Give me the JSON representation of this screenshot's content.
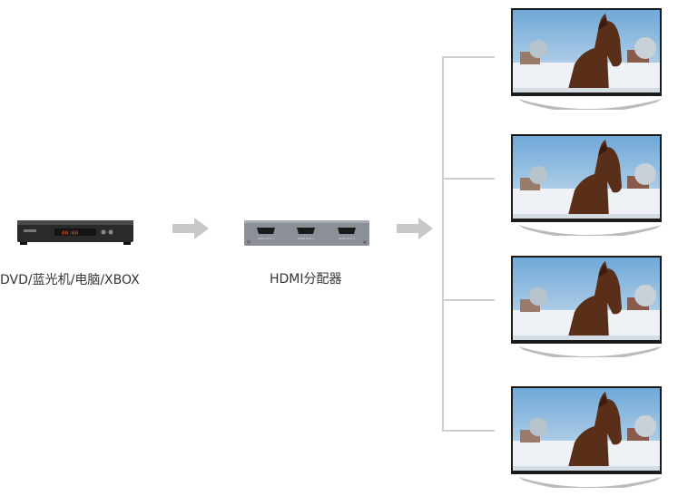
{
  "diagram": {
    "source_label": "DVD/蓝光机/电脑/XBOX",
    "splitter_label": "HDMI分配器",
    "splitter_ports": [
      "HDMI OUT 1",
      "HDMI OUT 2",
      "HDMI OUT 3"
    ],
    "player_display": "00:00",
    "outputs": [
      {
        "name": "tv-1"
      },
      {
        "name": "tv-2"
      },
      {
        "name": "tv-3"
      },
      {
        "name": "tv-4"
      }
    ],
    "colors": {
      "arrow": "#c8c8c8",
      "connector": "#cfcfcf",
      "splitter_body": "#8a8f98",
      "player_body": "#2a2a2a"
    }
  }
}
